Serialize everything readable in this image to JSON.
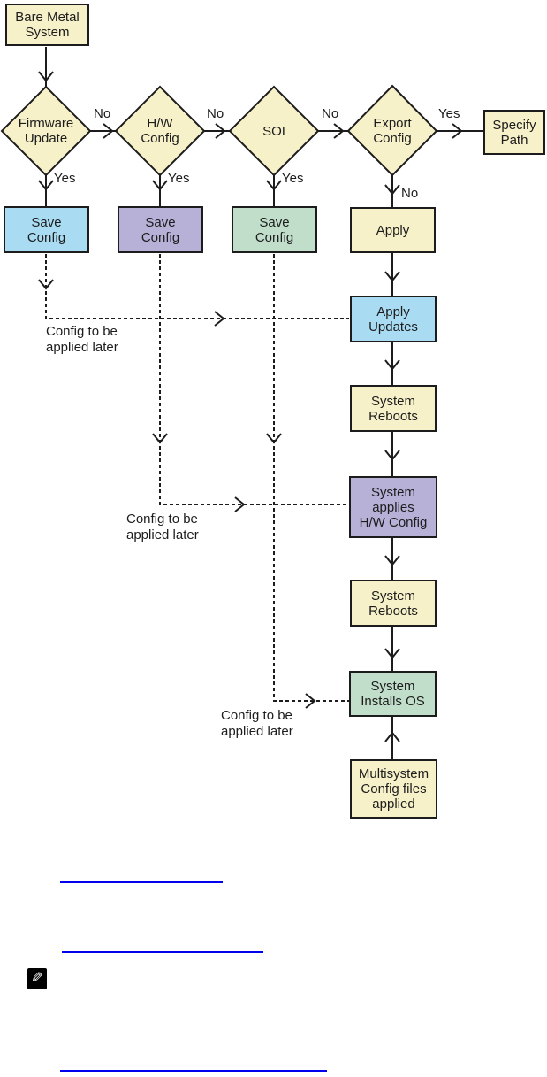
{
  "colors": {
    "cream": "#f7f1c9",
    "blue": "#a9dcf2",
    "purple": "#b7b0d7",
    "green": "#c1decb",
    "line": "#1c1c1c",
    "text": "#1c1c1c",
    "link": "#0000ee"
  },
  "nodes": {
    "bare_metal": "Bare Metal\nSystem",
    "firmware_update": "Firmware\nUpdate",
    "hw_config": "H/W\nConfig",
    "soi": "SOI",
    "export_config": "Export\nConfig",
    "specify_path": "Specify\nPath",
    "save_config_fw": "Save\nConfig",
    "save_config_hw": "Save\nConfig",
    "save_config_soi": "Save\nConfig",
    "apply": "Apply",
    "apply_updates": "Apply\nUpdates",
    "system_reboots_1": "System\nReboots",
    "system_applies_hw": "System\napplies\nH/W Config",
    "system_reboots_2": "System\nReboots",
    "system_installs_os": "System\nInstalls OS",
    "multisystem_applied": "Multisystem\nConfig files\napplied"
  },
  "edge_labels": {
    "firmware_no": "No",
    "hw_no": "No",
    "soi_no": "No",
    "export_yes": "Yes",
    "firmware_yes": "Yes",
    "hw_yes": "Yes",
    "soi_yes": "Yes",
    "export_no": "No"
  },
  "annotations": {
    "deferred_fw": "Config to be\napplied later",
    "deferred_hw": "Config to be\napplied later",
    "deferred_soi": "Config to be\napplied later"
  },
  "icons": {
    "note_pencil": "✎"
  }
}
